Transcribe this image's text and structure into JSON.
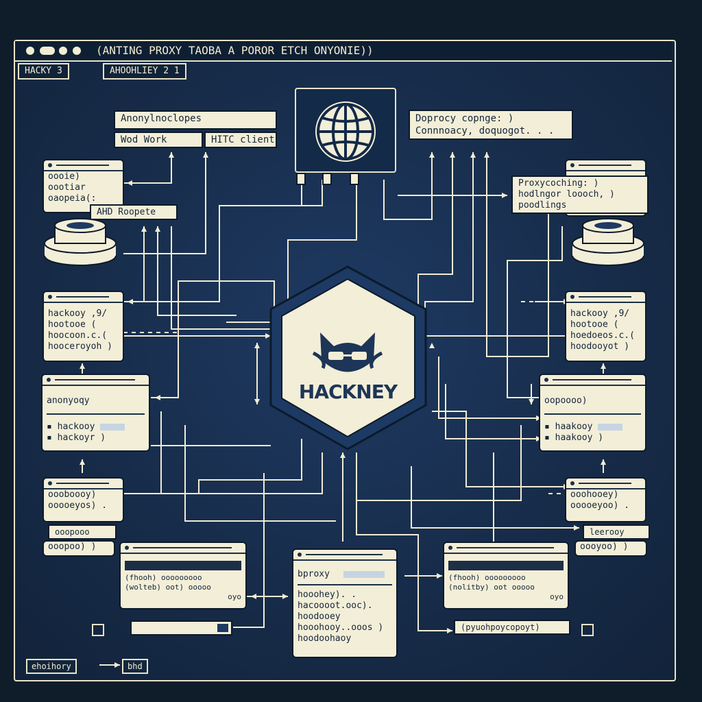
{
  "window": {
    "title": "(ANTING PROXY TAOBA A POROR ETCH ONYONIE))",
    "tabs": [
      "HACKY 3",
      "AHOOHLIEY 2 1"
    ]
  },
  "center": {
    "name": "HACKNEY",
    "icon": "cat-with-glasses-icon",
    "globe_icon": "globe-icon"
  },
  "top_labels": {
    "left_box": {
      "title": "Anonylnoclopes",
      "left": "Wod Work",
      "right": "HITC client"
    },
    "right_box": {
      "line1": "Doprocy copnge: )",
      "line2": "Connnoacy, doquogot. . ."
    }
  },
  "left_cards": [
    {
      "lines": [
        "oooie)",
        "oootiar",
        "oaopeia(:",
        "AHD Roopete"
      ]
    },
    {
      "lines": [
        "hackooy ,9/",
        "hootooe (",
        "hoocoon.c.(",
        "hooceroyoh )"
      ]
    },
    {
      "lines": [
        "anonyoqy",
        "hackooy",
        "hackoyr )"
      ]
    },
    {
      "lines": [
        "oooboooy)",
        "ooooeyos) .",
        "ooopooo",
        "ooopoo) )"
      ]
    }
  ],
  "right_cards": [
    {
      "lines": [
        "Proxycoching: )",
        "hodlngor loooch, )",
        "poodlings"
      ]
    },
    {
      "lines": [
        "hackooy ,9/",
        "hootooe (",
        "hoedoeos.c.(",
        "hoodooyot )"
      ]
    },
    {
      "lines": [
        "oopoooo)",
        "haakooy",
        "haakooy )"
      ]
    },
    {
      "lines": [
        "ooohooey)",
        "ooooeyoo) .",
        "leerooy",
        "oooyoo) )"
      ]
    }
  ],
  "bottom_cards": {
    "left": {
      "lines": [
        "(fhooh) ooooooooo",
        "(wolteb) oot) ooooo",
        "oyo"
      ]
    },
    "center": {
      "lines": [
        "bproxy",
        "hooohey). .",
        "hacoooot.ooc).",
        "hoodooey",
        "hooohooy..ooos )",
        "hoodoohaoy"
      ]
    },
    "right": {
      "lines": [
        "(fhooh) ooooooooo",
        "(nolitby) oot ooooo",
        "oyo"
      ]
    },
    "right_tag": "(pyuohpoycopoyt)"
  },
  "footer": {
    "left_tag": "ehoihory",
    "arrow_tag": "bhd"
  },
  "colors": {
    "background": "#0f1d2b",
    "panel": "#1e3a63",
    "card": "#f3eed7",
    "ink": "#14253b"
  }
}
